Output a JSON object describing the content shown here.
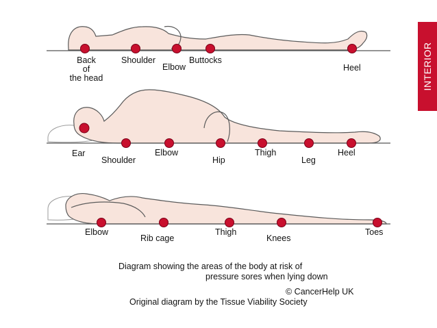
{
  "side_tab": {
    "label": "INTERIOR"
  },
  "colors": {
    "accent": "#c8102e",
    "skin": "#f8e4dc",
    "outline": "#5a5a5a",
    "dot": "#c8102e"
  },
  "figures": [
    {
      "name": "back",
      "labels": [
        "Back\nof\nthe head",
        "Shoulder",
        "Elbow",
        "Buttocks",
        "Heel"
      ]
    },
    {
      "name": "side",
      "labels": [
        "Ear",
        "Shoulder",
        "Elbow",
        "Hip",
        "Thigh",
        "Leg",
        "Heel"
      ]
    },
    {
      "name": "front",
      "labels": [
        "Elbow",
        "Rib cage",
        "Thigh",
        "Knees",
        "Toes"
      ]
    }
  ],
  "caption": {
    "line1": "Diagram showing the areas of the body at risk of",
    "line2": "pressure sores when lying down",
    "credit": "© CancerHelp UK",
    "origin": "Original diagram by the Tissue Viability Society"
  }
}
